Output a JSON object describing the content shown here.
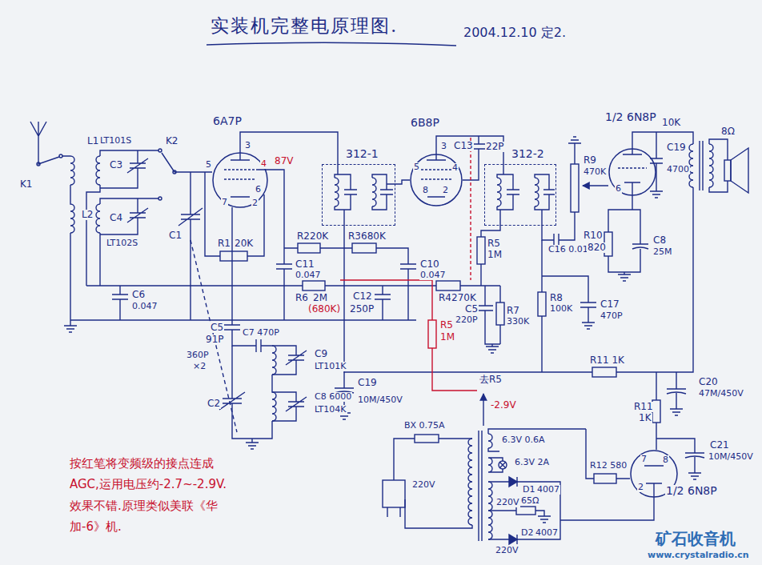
{
  "diagram": {
    "title": "实装机完整电原理图.",
    "nodes": [
      {
        "text": [
          "6A7P"
        ]
      },
      {
        "text": [
          "312-1"
        ]
      },
      {
        "text": [
          "6B8P"
        ]
      },
      {
        "text": [
          "312-2"
        ]
      },
      {
        "text": [
          "1/2 6N8P"
        ]
      },
      {
        "text": [
          "1/2 6N8P"
        ]
      }
    ],
    "edges": [
      {
        "from": 0,
        "to": 1,
        "arrow": "none"
      },
      {
        "from": 1,
        "to": 2,
        "arrow": "none"
      },
      {
        "from": 2,
        "to": 3,
        "arrow": "none"
      }
    ],
    "labels": [
      "2004.12.10 定2.",
      "K1",
      "L1",
      "LT101S",
      "C3",
      "L2",
      "LT102S",
      "C4",
      "C6",
      "0.047",
      "K2",
      "C1",
      "3",
      "4",
      "87V",
      "5",
      "6",
      "7",
      "2",
      "R1",
      "20K",
      "R2",
      "20K",
      "R3",
      "680K",
      "C11",
      "0.047",
      "C10",
      "0.047",
      "R6",
      "2M",
      "(680K)",
      "C12",
      "250P",
      "R4",
      "270K",
      "C13",
      "22P",
      "3",
      "5",
      "4",
      "8",
      "2",
      "R5",
      "1M",
      "C5",
      "220P",
      "R7",
      "330K",
      "R8",
      "100K",
      "C17",
      "470P",
      "C16 0.01",
      "R9",
      "470K",
      "6",
      "R10",
      "820",
      "C8",
      "25M",
      "10K",
      "C19",
      "4700",
      "8Ω",
      "R11 1K",
      "C20",
      "47M/450V",
      "R11",
      "1K",
      "C21",
      "10M/450V",
      "7",
      "8",
      "2",
      "R12 580",
      "6.3V 0.6A",
      "6.3V 2A",
      "D1",
      "4007",
      "220V",
      "65Ω",
      "D2",
      "4007",
      "220V",
      "BX 0.75A",
      "220V",
      "C5",
      "91P",
      "C7 470P",
      "C9",
      "LT101K",
      "C8 6000",
      "LT104K",
      "C2",
      "360P",
      "×2",
      "C19",
      "10M/450V",
      "R5",
      "1M",
      "去R5",
      "-2.9V",
      "按红笔将变频级的接点连成AGC,运用电压约-2.7~-2.9V.效果不错.原理类似美联《华加-6》机.",
      "矿石收音机",
      "www.crystalradio.cn"
    ]
  }
}
